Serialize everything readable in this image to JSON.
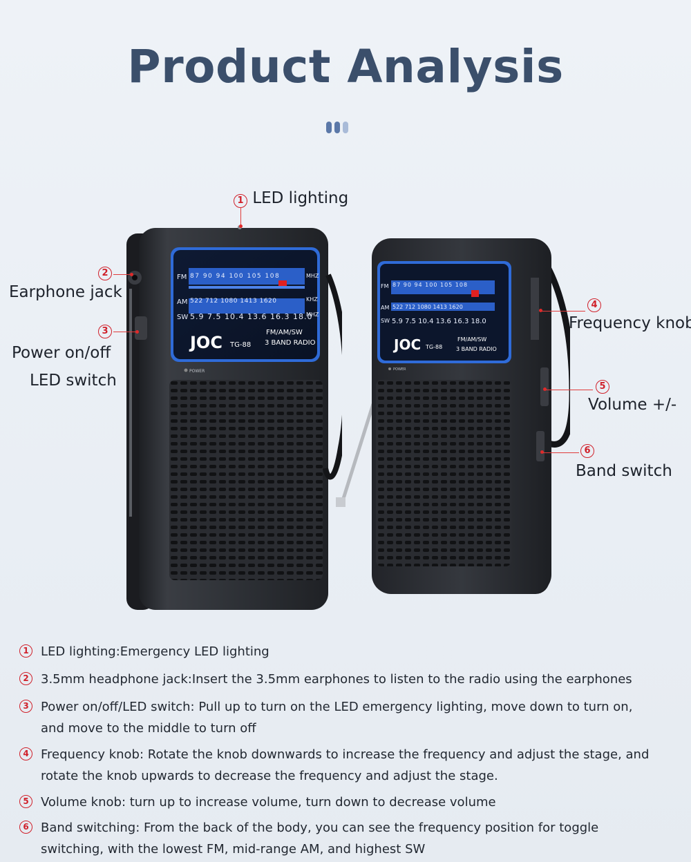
{
  "page": {
    "title": "Product Analysis"
  },
  "callouts": [
    {
      "num": "1",
      "label": "LED lighting"
    },
    {
      "num": "2",
      "label": "Earphone jack"
    },
    {
      "num": "3",
      "label_line1": "Power on/off",
      "label_line2": "LED switch"
    },
    {
      "num": "4",
      "label": "Frequency knob"
    },
    {
      "num": "5",
      "label": "Volume +/-"
    },
    {
      "num": "6",
      "label": "Band switch"
    }
  ],
  "radio": {
    "dial": {
      "fm": {
        "band": "FM",
        "ticks": [
          "87",
          "90",
          "94",
          "100",
          "105",
          "108"
        ],
        "unit": "MHZ"
      },
      "am": {
        "band": "AM",
        "ticks": [
          "522",
          "712",
          "1080",
          "1413",
          "1620"
        ],
        "unit": "KHZ"
      },
      "sw": {
        "band": "SW",
        "ticks": [
          "5.9",
          "7.5",
          "10.4",
          "13.6",
          "16.3",
          "18.0"
        ],
        "unit": "MHZ"
      }
    },
    "brand": "JOC",
    "model": "TG-88",
    "bands_line1": "FM/AM/SW",
    "bands_line2": "3 BAND RADIO",
    "power_label": "POWER"
  },
  "descriptions": [
    {
      "num": "1",
      "text": "LED lighting:Emergency LED lighting"
    },
    {
      "num": "2",
      "text": "3.5mm headphone jack:Insert the 3.5mm earphones to listen to the radio using the earphones"
    },
    {
      "num": "3",
      "text": "Power on/off/LED switch: Pull up to turn on the LED emergency lighting, move down to turn on, and move to the middle to turn off"
    },
    {
      "num": "4",
      "text": "Frequency knob: Rotate the knob downwards to increase the frequency and adjust the stage, and rotate the knob upwards to decrease the frequency and adjust the stage."
    },
    {
      "num": "5",
      "text": "Volume knob: turn up to increase volume, turn down to decrease volume"
    },
    {
      "num": "6",
      "text": "Band switching: From the back of the body, you can see the frequency position for toggle switching, with the lowest FM, mid-range AM, and highest SW"
    }
  ],
  "colors": {
    "title": "#3b4f6b",
    "accent_red": "#d0202a",
    "dial_blue": "#2f6bd8",
    "body": "#2a2c30"
  }
}
